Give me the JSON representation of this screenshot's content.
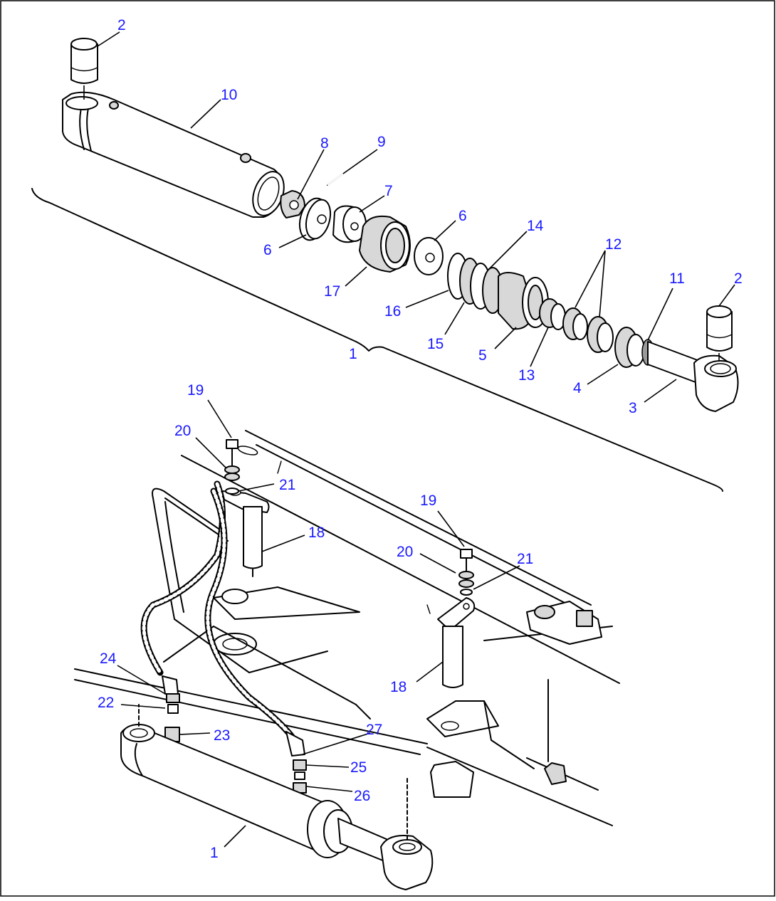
{
  "diagram": {
    "type": "exploded-parts-diagram",
    "labels": {
      "exploded": {
        "l2a": "2",
        "l10": "10",
        "l8": "8",
        "l9": "9",
        "l7": "7",
        "l6a": "6",
        "l6b": "6",
        "l14": "14",
        "l12": "12",
        "l11": "11",
        "l2b": "2",
        "l17": "17",
        "l16": "16",
        "l15": "15",
        "l5": "5",
        "l13": "13",
        "l4": "4",
        "l3": "3",
        "l1": "1"
      },
      "assembly": {
        "l19a": "19",
        "l20a": "20",
        "l21a": "21",
        "l18a": "18",
        "l19b": "19",
        "l20b": "20",
        "l21b": "21",
        "l18b": "18",
        "l24": "24",
        "l22": "22",
        "l23": "23",
        "l27": "27",
        "l25": "25",
        "l26": "26",
        "l1b": "1"
      }
    },
    "colors": {
      "label": "#1a1aff",
      "line": "#000000",
      "background": "#ffffff"
    }
  }
}
